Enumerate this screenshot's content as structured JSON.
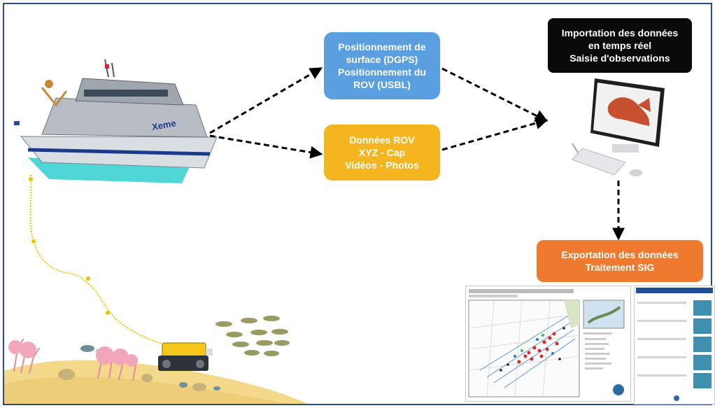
{
  "diagram": {
    "nodes": {
      "positioning": "Positionnement de\nsurface (DGPS)\nPositionnement du\nROV (USBL)",
      "rov_data": "Données ROV\nXYZ - Cap\nVidéos - Photos",
      "import": "Importation des données\nen temps réel\nSaisie d'observations",
      "export": "Exportation des données\nTraitement SIG"
    },
    "ship": {
      "name": "Xeme"
    }
  },
  "colors": {
    "frame": "#2b4a86",
    "positioning": "#5a9fe0",
    "rov_data": "#f4b51f",
    "import": "#0a0a0a",
    "export": "#ef7a2f",
    "sand": "#f4d98a",
    "tether": "#f0c200"
  }
}
